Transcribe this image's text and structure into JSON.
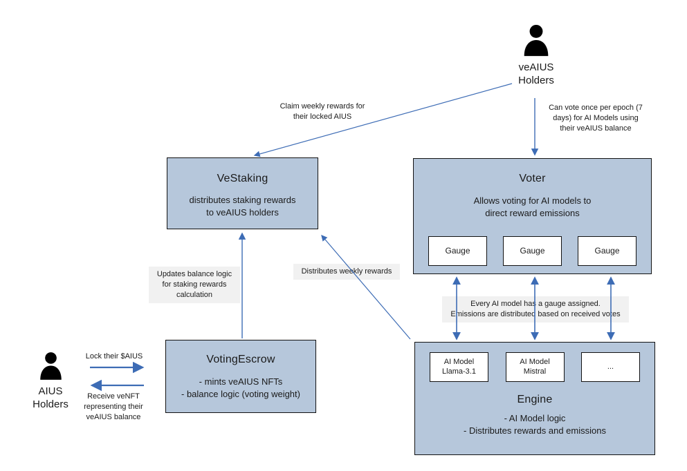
{
  "diagram": {
    "actors": {
      "veaius_holders": {
        "label": "veAIUS\nHolders"
      },
      "aius_holders": {
        "label": "AIUS\nHolders"
      }
    },
    "boxes": {
      "vestaking": {
        "title": "VeStaking",
        "body": "distributes staking rewards\nto veAIUS holders"
      },
      "voter": {
        "title": "Voter",
        "body": "Allows voting for AI models to\ndirect reward emissions",
        "gauges": [
          "Gauge",
          "Gauge",
          "Gauge"
        ]
      },
      "votingescrow": {
        "title": "VotingEscrow",
        "body": "- mints veAIUS NFTs\n- balance logic (voting weight)"
      },
      "engine": {
        "title": "Engine",
        "body": "- AI Model logic\n- Distributes rewards and emissions",
        "models": [
          "AI Model\nLlama-3.1",
          "AI Model\nMistral",
          "..."
        ]
      }
    },
    "edge_labels": {
      "claim_rewards": "Claim weekly rewards for\ntheir locked AIUS",
      "can_vote": "Can vote once per epoch (7\ndays)  for AI Models using\ntheir veAIUS balance",
      "updates_balance": "Updates balance logic\nfor staking rewards\ncalculation",
      "distributes_weekly": "Distributes weekly rewards",
      "gauge_assigned": "Every AI model has a gauge assigned.\nEmissions are distributed based on received votes",
      "lock_aius": "Lock their $AIUS",
      "receive_venft": "Receive veNFT\nrepresenting their\nveAIUS balance"
    },
    "colors": {
      "box_fill": "#b6c7db",
      "box_border": "#111111",
      "arrow": "#3d6cb5",
      "label_bg": "#f1f1f1",
      "person": "#000000",
      "text": "#1a1a1a"
    }
  }
}
